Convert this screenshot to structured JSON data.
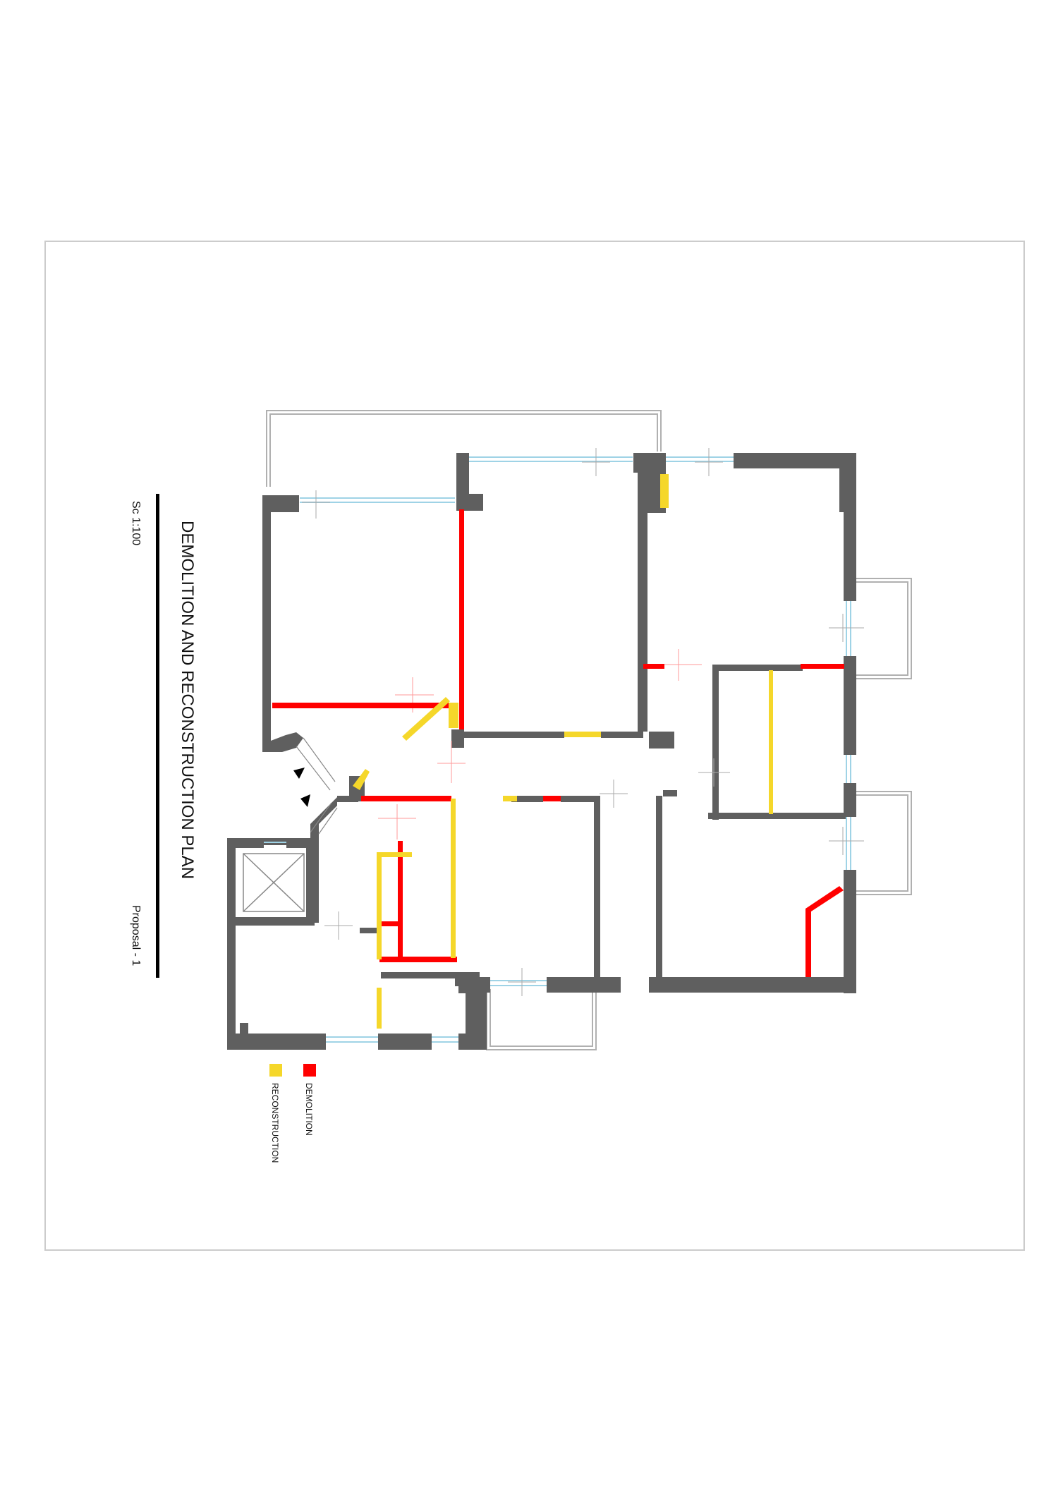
{
  "title": "DEMOLITION AND RECONSTRUCTION PLAN",
  "scale": "Sc 1:100",
  "proposal": "Proposal - 1",
  "legend": {
    "items": [
      {
        "label": "DEMOLITION",
        "color": "#ff0000"
      },
      {
        "label": "RECONSTRUCTION",
        "color": "#f5d72a"
      }
    ]
  },
  "colors": {
    "wall": "#5f5f5f",
    "demolition": "#ff0000",
    "reconstruction": "#f5d72a",
    "window": "#9fd3e6",
    "border": "#cccccc"
  },
  "icons": [
    "entry-arrow-icon",
    "lift-shaft-icon"
  ]
}
